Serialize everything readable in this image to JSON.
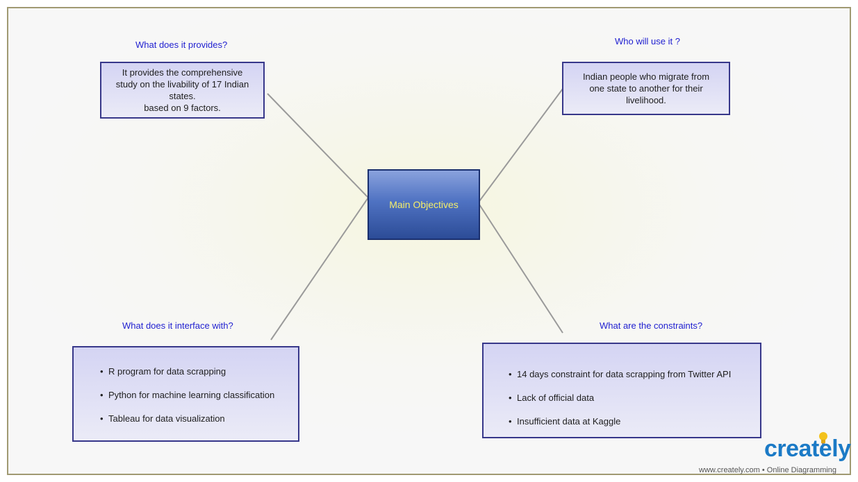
{
  "diagram": {
    "center": {
      "label": "Main Objectives"
    },
    "nodes": [
      {
        "id": "provides",
        "heading": "What does it provides?",
        "text_lines": [
          "It provides the comprehensive",
          "study on the livability of 17 Indian",
          "states.",
          "based on 9 factors."
        ]
      },
      {
        "id": "who",
        "heading": "Who will use it ?",
        "text_lines": [
          "Indian people who migrate from",
          "one state to another for their",
          "livelihood."
        ]
      },
      {
        "id": "interface",
        "heading": "What does it interface with?",
        "bullets": [
          "R program for data scrapping",
          " Python for machine learning classification",
          " Tableau for data visualization"
        ]
      },
      {
        "id": "constraints",
        "heading": "What are the constraints?",
        "bullets": [
          "14 days constraint for data scrapping  from Twitter API",
          "Lack  of official data",
          "Insufficient data at Kaggle"
        ]
      }
    ]
  },
  "branding": {
    "logo": "creately",
    "footer": "www.creately.com • Online Diagramming",
    "colors": {
      "logo_blue": "#1b7ac6",
      "logo_orange": "#f3a51c",
      "heading": "#1f1fd0",
      "center_text": "#f5ee6a"
    }
  }
}
